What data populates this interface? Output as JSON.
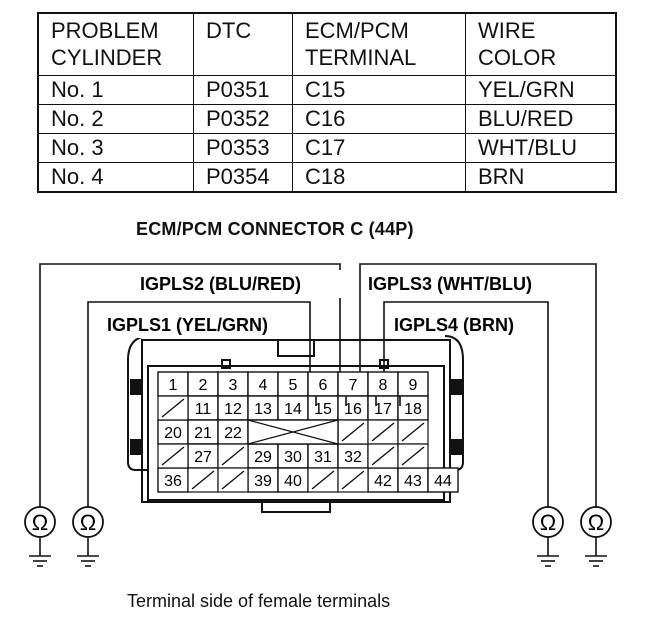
{
  "table": {
    "headers": [
      [
        "PROBLEM",
        "CYLINDER"
      ],
      [
        "DTC"
      ],
      [
        "ECM/PCM",
        "TERMINAL"
      ],
      [
        "WIRE",
        "COLOR"
      ]
    ],
    "rows": [
      [
        "No. 1",
        "P0351",
        "C15",
        "YEL/GRN"
      ],
      [
        "No. 2",
        "P0352",
        "C16",
        "BLU/RED"
      ],
      [
        "No. 3",
        "P0353",
        "C17",
        "WHT/BLU"
      ],
      [
        "No. 4",
        "P0354",
        "C18",
        "BRN"
      ]
    ]
  },
  "connector_title": "ECM/PCM CONNECTOR C (44P)",
  "signal_labels": {
    "igpls2": "IGPLS2 (BLU/RED)",
    "igpls3": "IGPLS3 (WHT/BLU)",
    "igpls1": "IGPLS1 (YEL/GRN)",
    "igpls4": "IGPLS4 (BRN)"
  },
  "ohm_symbol": "Ω",
  "pins": [
    {
      "label": "1",
      "col": 0,
      "row": 0
    },
    {
      "label": "2",
      "col": 1,
      "row": 0
    },
    {
      "label": "3",
      "col": 2,
      "row": 0
    },
    {
      "label": "4",
      "col": 3,
      "row": 0
    },
    {
      "label": "5",
      "col": 4,
      "row": 0
    },
    {
      "label": "6",
      "col": 5,
      "row": 0
    },
    {
      "label": "7",
      "col": 6,
      "row": 0
    },
    {
      "label": "8",
      "col": 7,
      "row": 0
    },
    {
      "label": "9",
      "col": 8,
      "row": 0
    },
    {
      "label": "11",
      "col": 1,
      "row": 1
    },
    {
      "label": "12",
      "col": 2,
      "row": 1
    },
    {
      "label": "13",
      "col": 3,
      "row": 1
    },
    {
      "label": "14",
      "col": 4,
      "row": 1
    },
    {
      "label": "15",
      "col": 5,
      "row": 1
    },
    {
      "label": "16",
      "col": 6,
      "row": 1
    },
    {
      "label": "17",
      "col": 7,
      "row": 1
    },
    {
      "label": "18",
      "col": 8,
      "row": 1
    },
    {
      "label": "20",
      "col": 0,
      "row": 2
    },
    {
      "label": "21",
      "col": 1,
      "row": 2
    },
    {
      "label": "22",
      "col": 2,
      "row": 2
    },
    {
      "label": "27",
      "col": 1,
      "row": 3
    },
    {
      "label": "29",
      "col": 3,
      "row": 3
    },
    {
      "label": "30",
      "col": 4,
      "row": 3
    },
    {
      "label": "31",
      "col": 5,
      "row": 3
    },
    {
      "label": "32",
      "col": 6,
      "row": 3
    },
    {
      "label": "36",
      "col": 0,
      "row": 4
    },
    {
      "label": "39",
      "col": 3,
      "row": 4
    },
    {
      "label": "40",
      "col": 4,
      "row": 4
    },
    {
      "label": "42",
      "col": 7,
      "row": 4
    },
    {
      "label": "43",
      "col": 8,
      "row": 4
    },
    {
      "label": "44",
      "col": 9,
      "row": 4
    }
  ],
  "caption": "Terminal side of female terminals"
}
